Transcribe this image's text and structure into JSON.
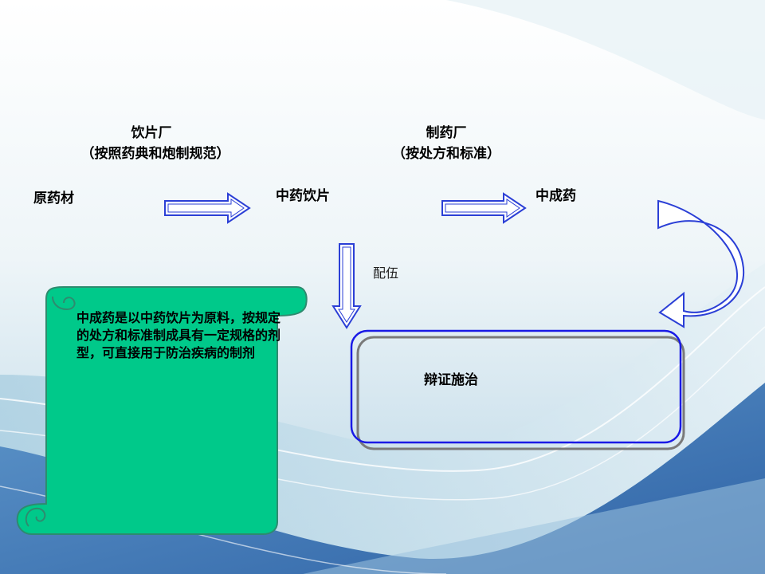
{
  "slide": {
    "factory_label": "饮片厂",
    "factory_sub": "（按照药典和炮制规范）",
    "pharma_label": "制药厂",
    "pharma_sub": "（按处方和标准）",
    "node_raw": "原药材",
    "node_slices": "中药饮片",
    "node_patent": "中成药",
    "node_combination": "配伍",
    "definition": "中成药是以中药饮片为原料，按规定的处方和标准制成具有一定规格的剂型，可直接用于防治疾病的制剂",
    "node_treatment": "辩证施治"
  },
  "colors": {
    "scroll_fill": "#00c98a",
    "arrow_stroke": "#2b3fd6",
    "box_stroke": "#1a1ae6",
    "wave_dark": "#3a6fb0",
    "wave_light": "#cfe3ee"
  },
  "icons": {
    "right_arrow": "right-arrow-icon",
    "down_arrow": "down-arrow-icon",
    "curved_arrow": "curved-arrow-icon",
    "scroll": "scroll-shape"
  }
}
